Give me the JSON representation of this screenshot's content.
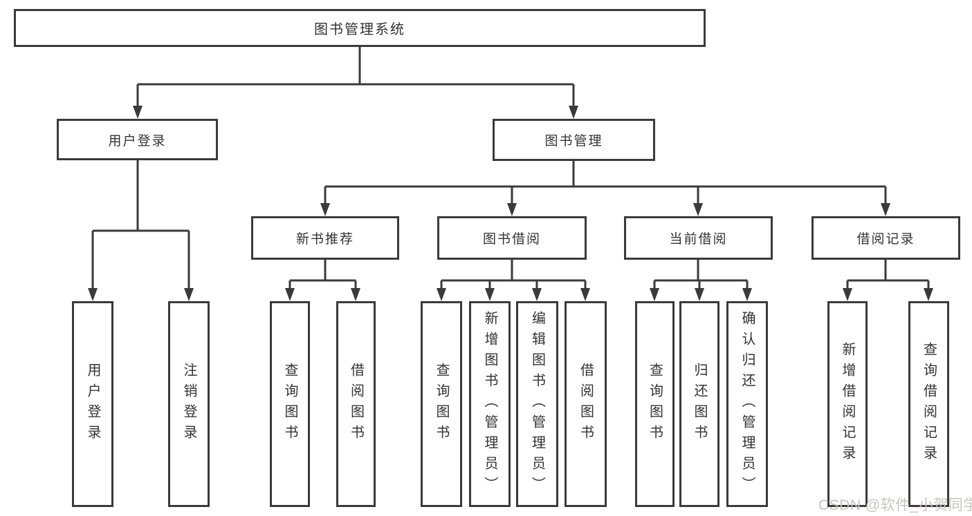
{
  "title": "图书管理系统",
  "watermark": "CSDN @软件_小贺同学",
  "colors": {
    "line": "#3a3a3a",
    "text": "#333333",
    "background": "#ffffff",
    "watermark": "#c9c2c2"
  },
  "nodes": {
    "root": "图书管理系统",
    "level2": [
      "用户登录",
      "图书管理"
    ],
    "level3": [
      "新书推荐",
      "图书借阅",
      "当前借阅",
      "借阅记录"
    ],
    "leaves_user_login": [
      "用户登录",
      "注销登录"
    ],
    "leaves_new_book": [
      "查询图书",
      "借阅图书"
    ],
    "leaves_book_borrow": [
      "查询图书",
      "新增图书（管理员）",
      "编辑图书（管理员）",
      "借阅图书"
    ],
    "leaves_current_borrow": [
      "查询图书",
      "归还图书",
      "确认归还（管理员）"
    ],
    "leaves_borrow_records": [
      "新增借阅记录",
      "查询借阅记录"
    ]
  }
}
